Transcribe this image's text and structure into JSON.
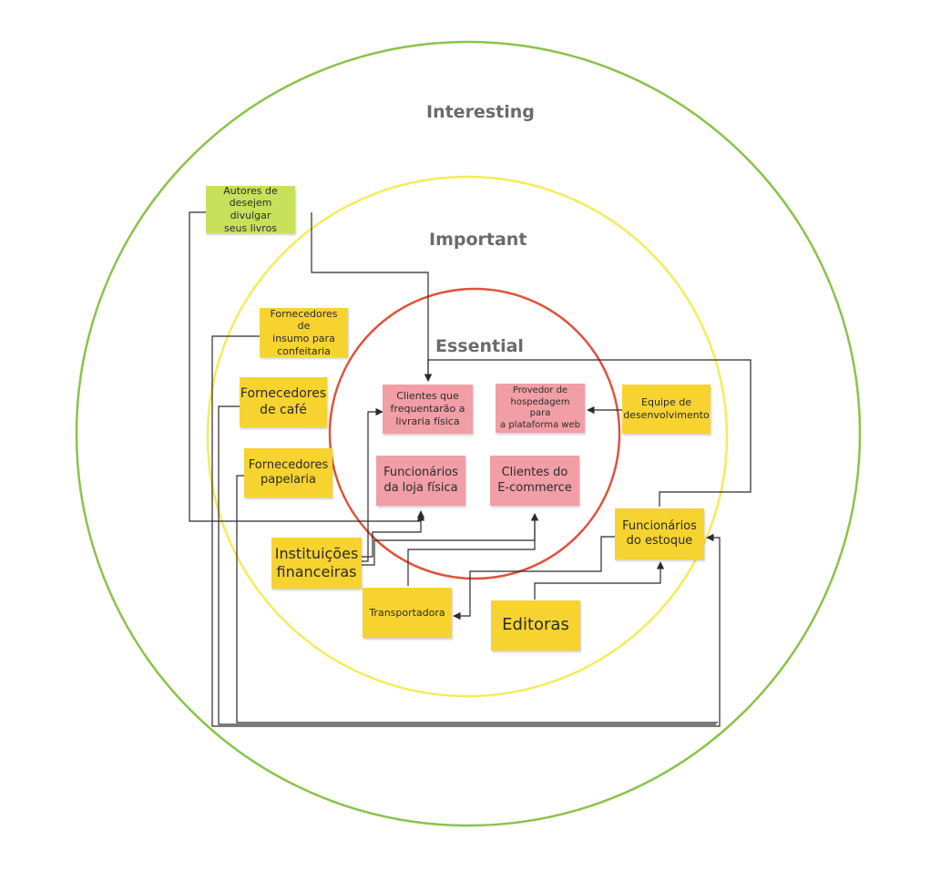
{
  "rings": {
    "interesting": "Interesting",
    "important": "Important",
    "essential": "Essential"
  },
  "colors": {
    "interesting_ring": "#8bc34a",
    "important_ring": "#f5ec5a",
    "essential_ring": "#e0533d",
    "note_yellow": "#f7d330",
    "note_pink": "#f19ea6",
    "note_green": "#c9e05a",
    "connector": "#2b2b2b"
  },
  "notes": {
    "autores": "Autores de\ndesejem divulgar\nseus livros",
    "insumo": "Fornecedores de\ninsumo para\nconfeitaria",
    "cafe": "Fornecedores\nde café",
    "papelaria": "Fornecedores\npapelaria",
    "clientes_livraria": "Clientes que\nfrequentarão a\nlivraria física",
    "provedor": "Provedor de\nhospedagem para\na plataforma web",
    "equipe": "Equipe de\ndesenvolvimento",
    "func_loja": "Funcionários\nda loja física",
    "clientes_ecommerce": "Clientes do\nE-commerce",
    "func_estoque": "Funcionários\ndo estoque",
    "instituicoes": "Instituições\nfinanceiras",
    "transportadora": "Transportadora",
    "editoras": "Editoras"
  }
}
